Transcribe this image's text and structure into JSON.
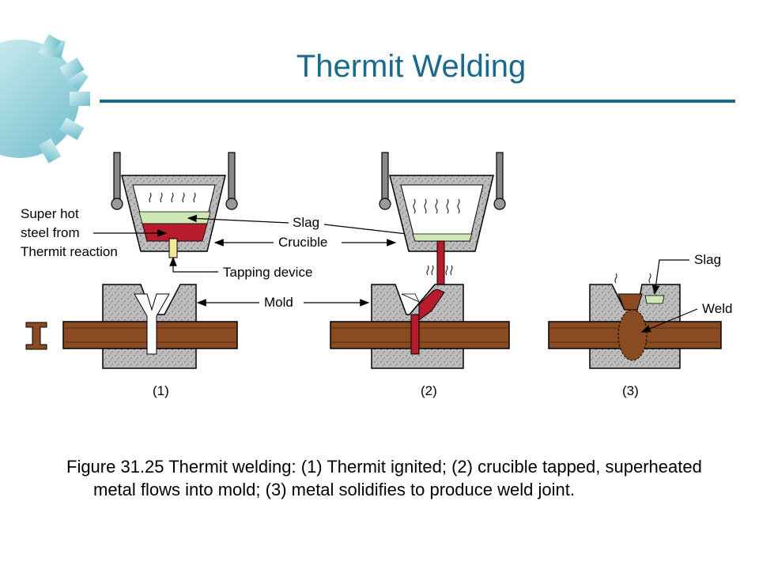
{
  "slide": {
    "title": "Thermit Welding",
    "caption": "Figure 31.25  Thermit welding: (1) Thermit ignited; (2) crucible tapped, superheated metal flows into mold; (3) metal solidifies to produce weld joint."
  },
  "diagram": {
    "labels": {
      "super_hot_1": "Super hot",
      "super_hot_2": "steel from",
      "super_hot_3": "Thermit reaction",
      "slag": "Slag",
      "crucible": "Crucible",
      "tapping_device": "Tapping device",
      "mold": "Mold",
      "slag3": "Slag",
      "weld": "Weld"
    },
    "step_numbers": [
      "(1)",
      "(2)",
      "(3)"
    ]
  },
  "colors": {
    "title": "#1a6a8e",
    "rail": "#8a4a22",
    "molten": "#b81c2c",
    "slag": "#cfe7b4",
    "mold": "#b9b9b9",
    "gear": "#a7dde6"
  }
}
